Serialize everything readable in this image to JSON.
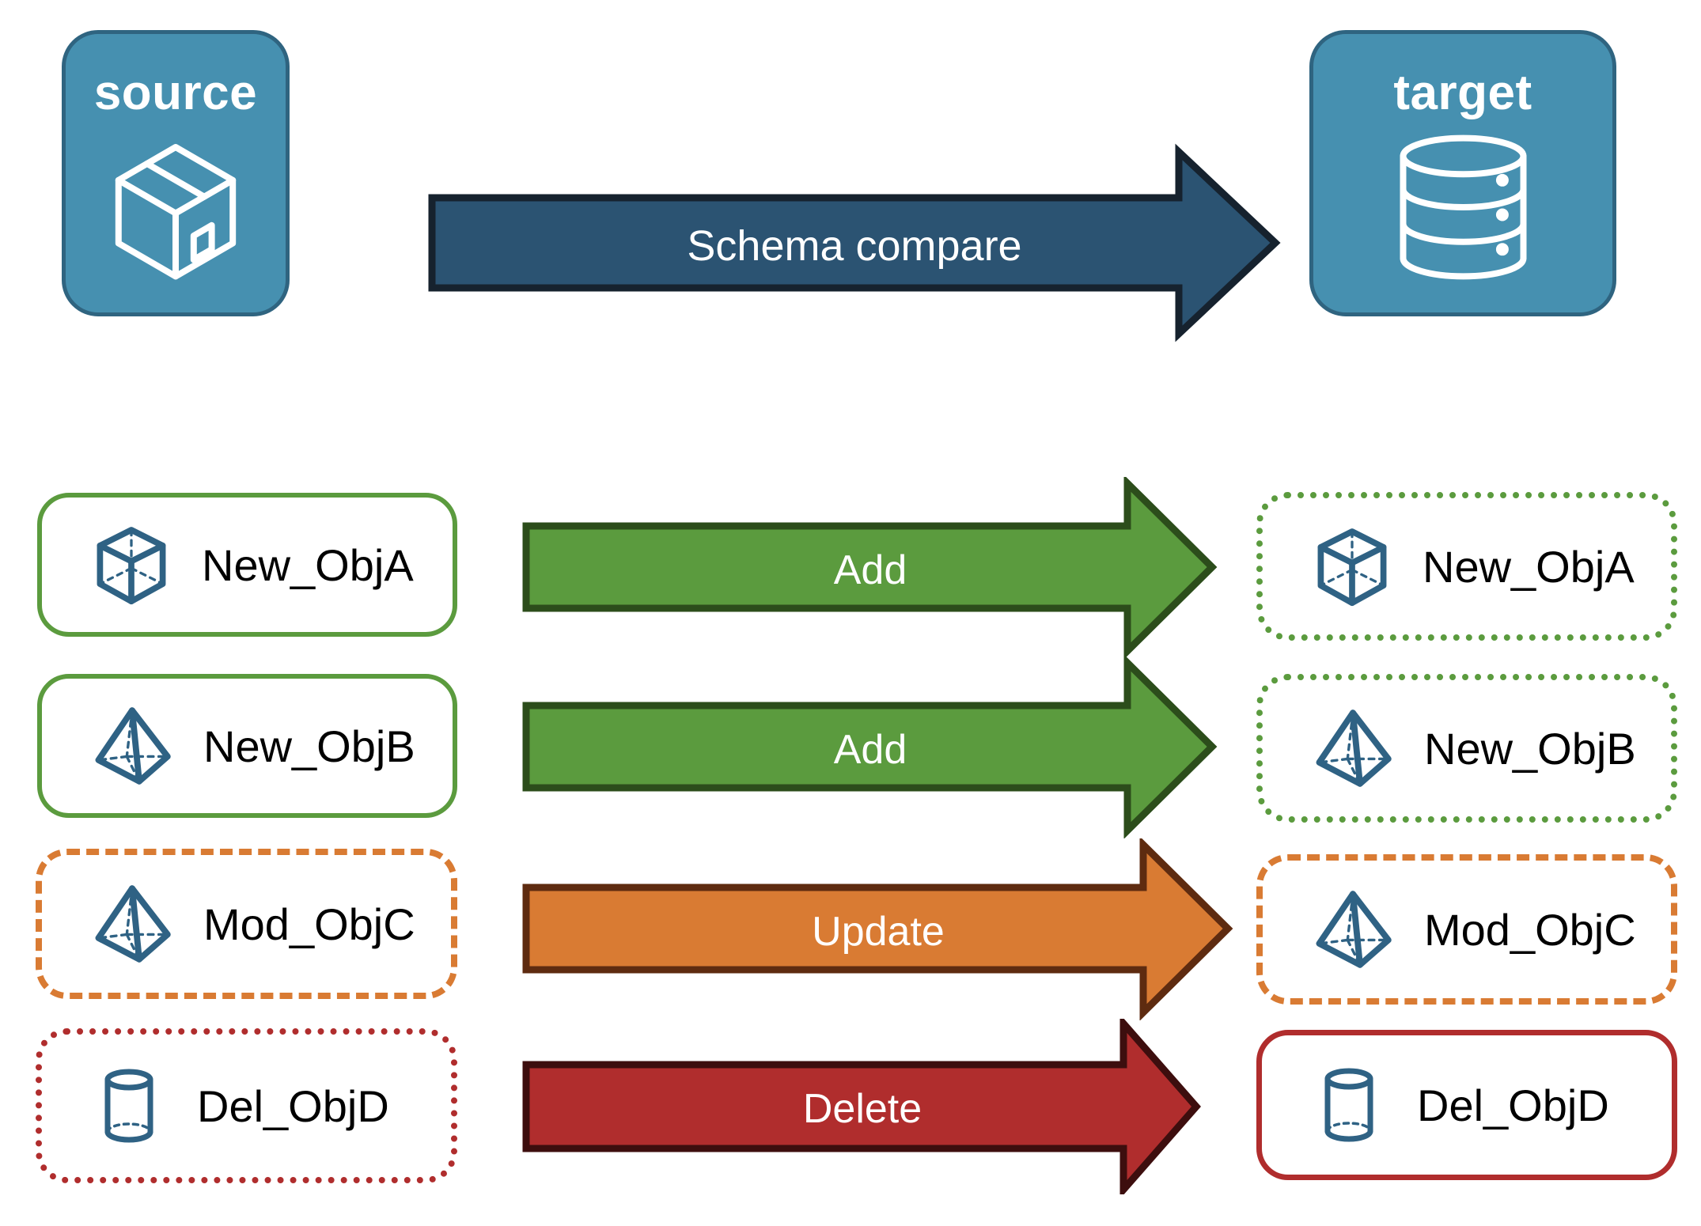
{
  "diagram": {
    "title_source": "source",
    "title_target": "target",
    "main_arrow_label": "Schema compare",
    "colors": {
      "endpoint_fill": "#4690B0",
      "endpoint_stroke": "#2F6480",
      "compare_arrow_fill": "#2B5372",
      "compare_arrow_stroke": "#16222E",
      "add_fill": "#5B9B3E",
      "add_stroke": "#2C4D1B",
      "update_fill": "#D97B33",
      "update_stroke": "#5E2B10",
      "delete_fill": "#B02D2D",
      "delete_stroke": "#3D0E0E",
      "icon_blue": "#2F6284",
      "label_black": "#000000"
    },
    "source_icon": "package-box-icon",
    "target_icon": "database-cylinder-icon",
    "rows": [
      {
        "source_label": "New_ObjA",
        "target_label": "New_ObjA",
        "action": "Add",
        "icon": "wireframe-cube-icon",
        "source_border": "solid-green",
        "target_border": "dotted-green",
        "arrow_color": "#5B9B3E"
      },
      {
        "source_label": "New_ObjB",
        "target_label": "New_ObjB",
        "action": "Add",
        "icon": "wireframe-pyramid-icon",
        "source_border": "solid-green",
        "target_border": "dotted-green",
        "arrow_color": "#5B9B3E"
      },
      {
        "source_label": "Mod_ObjC",
        "target_label": "Mod_ObjC",
        "action": "Update",
        "icon": "wireframe-pyramid-icon",
        "source_border": "dashed-orange",
        "target_border": "dashed-orange",
        "arrow_color": "#D97B33"
      },
      {
        "source_label": "Del_ObjD",
        "target_label": "Del_ObjD",
        "action": "Delete",
        "icon": "wireframe-cylinder-icon",
        "source_border": "dotted-red",
        "target_border": "solid-red",
        "arrow_color": "#B02D2D"
      }
    ]
  }
}
